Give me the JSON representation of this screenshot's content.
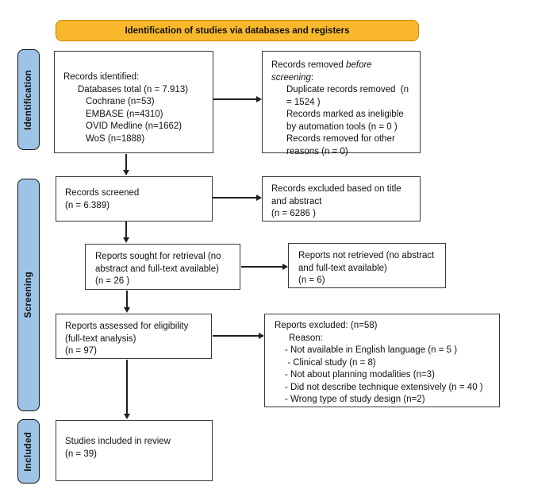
{
  "header": {
    "title": "Identification of studies via databases and registers"
  },
  "colors": {
    "header_bg": "#F9B82B",
    "header_border": "#C98500",
    "stage_bg": "#9DC3E6",
    "stage_border": "#111111",
    "box_border": "#3a3a3a",
    "arrow": "#1f1f1f"
  },
  "stages": {
    "identification": "Identification",
    "screening": "Screening",
    "included": "Included"
  },
  "boxes": {
    "records_identified": {
      "title": "Records identified:",
      "items": [
        "Databases total (n = 7.913)",
        "Cochrane (n=53)",
        "EMBASE (n=4310)",
        "OVID Medline (n=1662)",
        "WoS (n=1888)"
      ]
    },
    "records_removed": {
      "title_normal": "Records removed ",
      "title_italic": "before screening",
      "title_colon": ":",
      "items": [
        "Duplicate records removed  (n = 1524 )",
        "Records marked as ineligible by automation tools (n = 0 )",
        "Records removed for other reasons (n = 0)"
      ]
    },
    "records_screened": {
      "line1": "Records screened",
      "line2": "(n = 6.389)"
    },
    "records_excluded": {
      "text": "Records excluded based on title and abstract",
      "count": "(n = 6286 )"
    },
    "reports_sought": {
      "text": "Reports sought for retrieval (no abstract and full-text available)",
      "count": "(n = 26 )"
    },
    "reports_not_retrieved": {
      "text": "Reports not retrieved (no abstract and full-text available)",
      "count": "(n = 6)"
    },
    "reports_assessed": {
      "line1": "Reports assessed for eligibility",
      "line2": "(full-text analysis)",
      "count": "(n = 97)"
    },
    "reports_excluded": {
      "title": "Reports excluded: (n=58)",
      "reason_label": "Reason:",
      "reasons": [
        "- Not available in English language (n = 5 )",
        " - Clinical study (n = 8)",
        "- Not about planning modalities (n=3)",
        "- Did not describe technique extensively (n = 40 )",
        "- Wrong type of study design (n=2)"
      ]
    },
    "studies_included": {
      "line1": "Studies included in review",
      "line2": "(n = 39)"
    }
  }
}
